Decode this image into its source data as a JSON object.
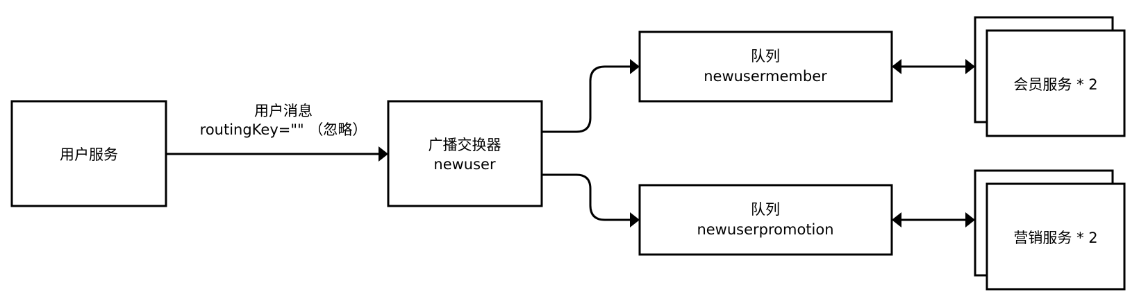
{
  "nodes": {
    "user_service": {
      "label": "用户服务"
    },
    "exchange": {
      "label": "广播交换器",
      "name": "newuser"
    },
    "queue_member": {
      "label": "队列",
      "name": "newusermember"
    },
    "queue_promotion": {
      "label": "队列",
      "name": "newuserpromotion"
    },
    "member_service": {
      "label": "会员服务 * 2"
    },
    "marketing_service": {
      "label": "营销服务 * 2"
    }
  },
  "edges": {
    "user_to_exchange": {
      "label": "用户消息",
      "routing": "routingKey=\"\" （忽略）"
    }
  },
  "colors": {
    "stroke": "#000000",
    "fill": "#ffffff"
  }
}
